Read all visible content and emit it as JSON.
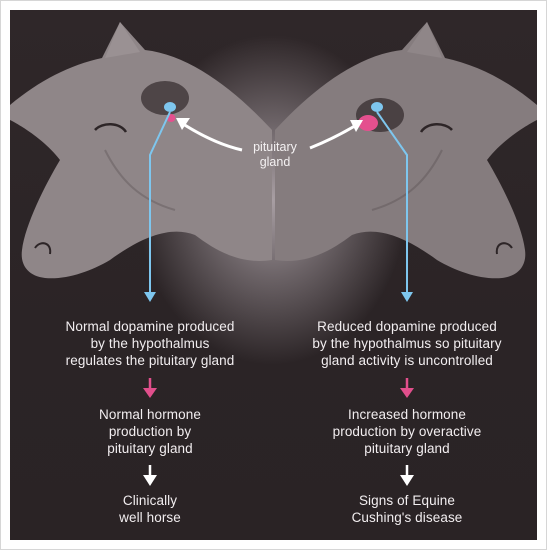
{
  "callout": {
    "label": "pituitary\ngland"
  },
  "left": {
    "step1": "Normal dopamine produced\nby the hypothalmus\nregulates the pituitary gland",
    "step2": "Normal hormone\nproduction by\npituitary gland",
    "step3": "Clinically\nwell horse"
  },
  "right": {
    "step1": "Reduced dopamine produced\nby the hypothalmus so pituitary\ngland activity is uncontrolled",
    "step2": "Increased hormone\nproduction by overactive\npituitary gland",
    "step3": "Signs of Equine\nCushing's disease"
  },
  "colors": {
    "background": "#2d2527",
    "horse": "#8f8688",
    "hypothalamus_blue": "#7ec6ee",
    "pituitary_pink": "#e4508e",
    "arrow_pink": "#e14f8c",
    "arrow_white": "#ffffff"
  }
}
